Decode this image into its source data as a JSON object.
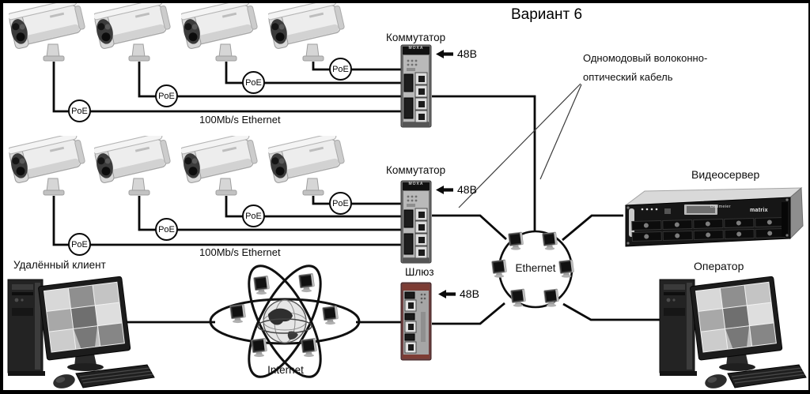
{
  "title": "Вариант 6",
  "annotation": {
    "fiber_line1": "Одномодовый волоконно-",
    "fiber_line2": "оптический кабель"
  },
  "camera_network": {
    "poe_label": "PoE",
    "link_label": "100Mb/s Ethernet"
  },
  "switch1": {
    "label": "Коммутатор",
    "power": "48В",
    "brand": "MOXA"
  },
  "switch2": {
    "label": "Коммутатор",
    "power": "48В",
    "brand": "MOXA"
  },
  "gateway": {
    "label": "Шлюз",
    "power": "48В"
  },
  "video_server": {
    "label": "Видеосервер",
    "brand_left": "Dallmeier",
    "brand_right": "matrix"
  },
  "operator": {
    "label": "Оператор"
  },
  "remote_client": {
    "label": "Удалённый клиент"
  },
  "internet": {
    "label": "Internet"
  },
  "ethernet_ring": {
    "label": "Ethernet"
  }
}
